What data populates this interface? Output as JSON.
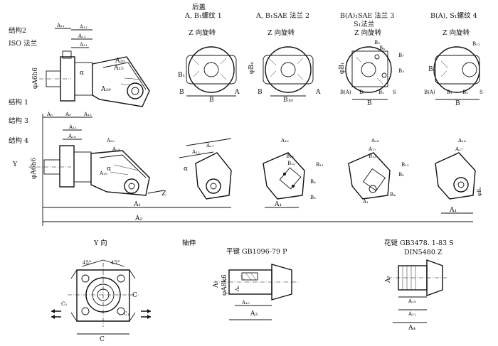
{
  "headers": {
    "rear_cover": "后盖",
    "thread1": "A, B₁螺纹 1",
    "sae2": "A, B₁SAE 法兰 2",
    "sae3_line1": "B(A)₁SAE 法兰 3",
    "sae3_line2": "S₁法兰",
    "thread4": "B(A), S₁螺纹 4",
    "z_rotation": "Z 向旋转"
  },
  "side_labels": {
    "struct2": "结构2",
    "iso_flange": "ISO 法兰",
    "struct1": "结构 1",
    "struct3": "结构 3",
    "struct4": "结构 4",
    "y_mark": "Y",
    "z_mark": "Z"
  },
  "dims": {
    "A1": "A₁",
    "A2": "A₂",
    "A5": "A₅",
    "A9": "A₉",
    "A10": "A₁₀",
    "A11": "A₁₁",
    "A12": "A₁₂",
    "A13": "A₁₃",
    "A14": "A₁₄",
    "A15": "A₁₅",
    "A16": "A₁₆",
    "A17": "A₁₇",
    "A18": "A₁₈",
    "A19": "A₁₉",
    "A20": "A₂₀",
    "A21": "A₂₁",
    "A3": "A₃",
    "A4": "A₄",
    "A6": "A₆",
    "A7": "A₇",
    "A8": "A₈",
    "B": "B",
    "B1": "B₁",
    "B2": "B₂",
    "B3": "B₃",
    "B4": "B₄",
    "B5": "B₅",
    "B6": "B₆",
    "B7": "B₇",
    "B8": "B₈",
    "B10": "B₁₀",
    "B11": "B₁₁",
    "B12": "B₁₂",
    "B13": "B₁₃",
    "BA": "B(A)",
    "S": "S",
    "A": "A",
    "alpha": "α",
    "phiA6h6": "φA6h6",
    "phiB1": "φB₁",
    "phiB4": "φB₄",
    "phiB2": "φB₂",
    "phiA8k6": "φA8k6",
    "C": "C",
    "C1": "C₁",
    "C2": "C₂"
  },
  "bottom": {
    "y_view": "Y 向",
    "shaft_ext": "轴伸",
    "flat_key": "平键 GB1096-79 P",
    "spline_line1": "花键 GB3478. 1-83 S",
    "spline_line2": "DIN5480 Z",
    "angle45a": "45°",
    "angle45b": "45°"
  }
}
